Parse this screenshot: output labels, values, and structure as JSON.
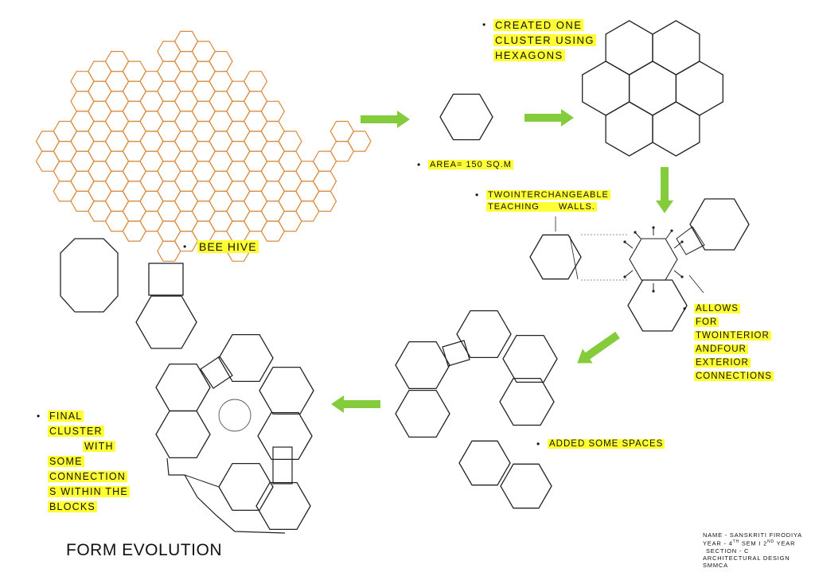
{
  "labels": {
    "bee_hive": "BEE HIVE",
    "created_cluster": [
      "CREATED ONE",
      "CLUSTER USING",
      "HEXAGONS"
    ],
    "area": "AREA= 150 SQ.M",
    "teaching_walls": [
      "TWOINTERCHANGEABLE",
      "TEACHING WALLS."
    ],
    "allows_for": [
      "ALLOWS FOR",
      "TWOINTERIOR",
      "ANDFOUR",
      "EXTERIOR",
      "CONNECTIONS"
    ],
    "added_spaces": "ADDED SOME SPACES",
    "final_cluster": [
      "FINAL",
      "CLUSTER",
      "WITH",
      "SOME",
      "CONNECTION",
      "S WITHIN THE",
      "BLOCKS"
    ],
    "bullet": "•"
  },
  "title": "FORM EVOLUTION",
  "info": {
    "name": "NAME - SANSKRITI FIRODIYA",
    "year_prefix": "YEAR - 4",
    "year_sup1": "TH",
    "year_mid": "SEM I 2",
    "year_sup2": "ND",
    "year_suffix": " YEAR",
    "section": "SECTION - C",
    "subject": "ARCHITECTURAL DESIGN",
    "school": "SMMCA"
  },
  "colors": {
    "hive_stroke": "#d98a3c",
    "line": "#222222",
    "arrow": "#84cc3c",
    "highlight": "#ffff33"
  }
}
